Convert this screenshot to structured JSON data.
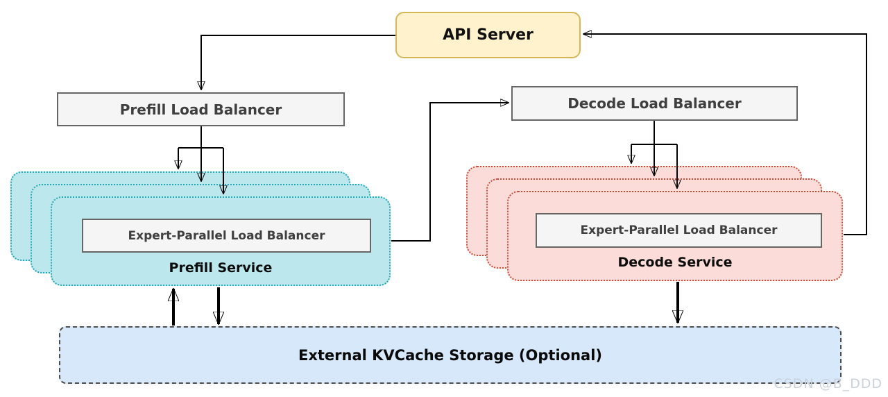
{
  "colors": {
    "api_fill": "#FFF2CC",
    "api_border": "#D6B656",
    "lb_fill": "#F5F5F5",
    "lb_border": "#666666",
    "lb_text": "#3F3F3F",
    "prefill_fill": "#BCE7EC",
    "prefill_border": "#23A8B5",
    "decode_fill": "#FBDCD8",
    "decode_border": "#CC4B37",
    "kv_fill": "#D7E8FB",
    "kv_border": "#4D4D4D",
    "arrow": "#000000",
    "watermark": "#C9D2DB"
  },
  "nodes": {
    "api_server": {
      "label": "API Server"
    },
    "prefill_load_balancer": {
      "label": "Prefill Load Balancer"
    },
    "decode_load_balancer": {
      "label": "Decode Load Balancer"
    },
    "prefill_service": {
      "label": "Prefill Service",
      "inner": {
        "label": "Expert-Parallel Load Balancer"
      },
      "stack_count": 3
    },
    "decode_service": {
      "label": "Decode Service",
      "inner": {
        "label": "Expert-Parallel Load Balancer"
      },
      "stack_count": 3
    },
    "kvcache": {
      "label": "External KVCache Storage (Optional)"
    }
  },
  "edges": [
    {
      "from": "api_server",
      "to": "prefill_load_balancer"
    },
    {
      "from": "prefill_load_balancer",
      "to": "prefill_service",
      "fanout": 3
    },
    {
      "from": "prefill_service",
      "to": "decode_load_balancer"
    },
    {
      "from": "decode_load_balancer",
      "to": "decode_service",
      "fanout": 3
    },
    {
      "from": "decode_service",
      "to": "api_server"
    },
    {
      "from": "kvcache",
      "to": "prefill_service"
    },
    {
      "from": "prefill_service",
      "to": "kvcache"
    },
    {
      "from": "decode_service",
      "to": "kvcache"
    }
  ],
  "watermark": {
    "text": "CSDN @B_DDD"
  }
}
